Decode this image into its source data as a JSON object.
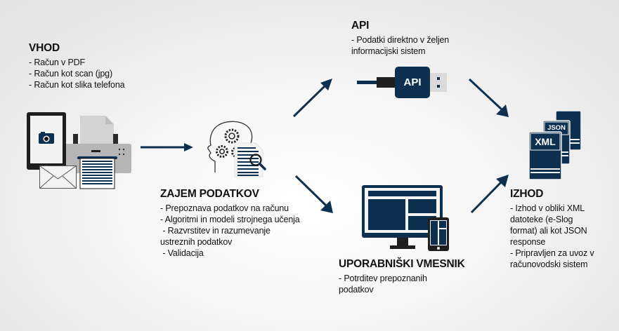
{
  "colors": {
    "accent": "#0d3050",
    "icon_gray": "#b4b4b4",
    "text": "#111111"
  },
  "input": {
    "title": "VHOD",
    "lines": [
      "- Račun v PDF",
      "- Račun kot scan (jpg)",
      "- Račun kot slika telefona"
    ],
    "icons": [
      "tablet-camera-icon",
      "envelope-icon",
      "printer-scanner-icon"
    ]
  },
  "capture": {
    "title": "ZAJEM PODATKOV",
    "lines": [
      "- Prepoznava podatkov na računu",
      "- Algoritmi in modeli strojnega učenja",
      " - Razvrstitev in razumevanje",
      "ustreznih podatkov",
      " - Validacija"
    ],
    "icons": [
      "head-gears-document-icon"
    ]
  },
  "api": {
    "title": "API",
    "lines": [
      "- Podatki direktno v željen",
      "informacijski sistem"
    ],
    "connector_label": "API",
    "icons": [
      "usb-api-connector-icon"
    ]
  },
  "ui": {
    "title": "UPORABNIŠKI VMESNIK",
    "lines": [
      "- Potrditev prepoznanih",
      "podatkov"
    ],
    "icons": [
      "monitor-tablet-icon"
    ]
  },
  "output": {
    "title": "IZHOD",
    "lines": [
      "- Izhod v obliki XML",
      "datoteke (e-Slog",
      "format) ali kot JSON",
      "response",
      "- Pripravljen za uvoz v",
      "računovodski sistem"
    ],
    "file_labels": [
      "JSON",
      "XML"
    ],
    "icons": [
      "file-stack-icon"
    ]
  },
  "flow": [
    {
      "from": "input",
      "to": "capture"
    },
    {
      "from": "capture",
      "to": "api"
    },
    {
      "from": "capture",
      "to": "ui"
    },
    {
      "from": "api",
      "to": "output"
    },
    {
      "from": "ui",
      "to": "output"
    }
  ]
}
